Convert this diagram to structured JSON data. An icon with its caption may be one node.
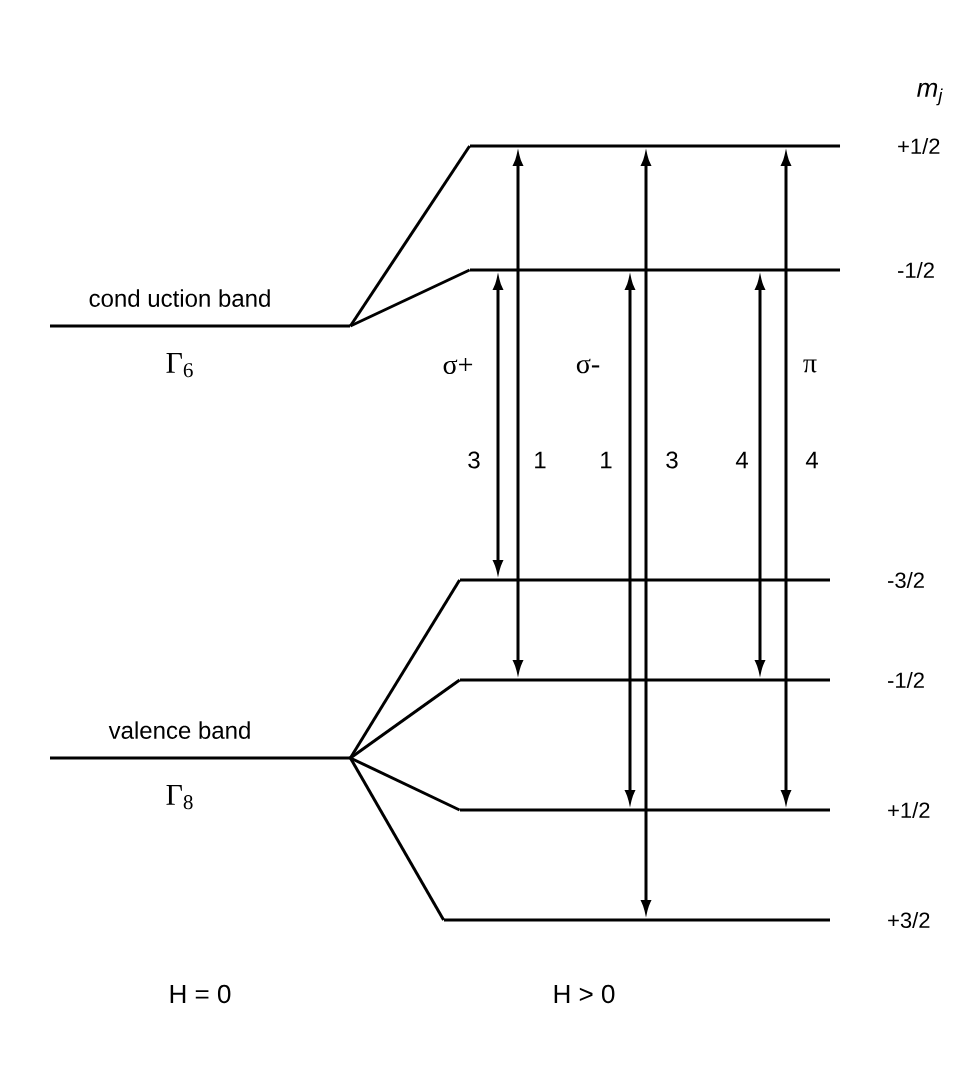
{
  "diagram": {
    "nodes": [
      {
        "text": [
          "cond uction band",
          "Γ$_{6}$"
        ]
      },
      {
        "text": [
          "+1/2"
        ]
      },
      {
        "text": [
          "-1/2"
        ]
      },
      {
        "text": [
          "valence band",
          "Γ$_{8}$"
        ]
      },
      {
        "text": [
          "-3/2"
        ]
      },
      {
        "text": [
          "-1/2"
        ]
      },
      {
        "text": [
          "+1/2"
        ]
      },
      {
        "text": [
          "+3/2"
        ]
      }
    ],
    "edges": [
      {
        "from": 0,
        "to": 1,
        "arrow": "none"
      },
      {
        "from": 0,
        "to": 2,
        "arrow": "none"
      },
      {
        "from": 3,
        "to": 4,
        "arrow": "none"
      },
      {
        "from": 3,
        "to": 5,
        "arrow": "none"
      },
      {
        "from": 3,
        "to": 6,
        "arrow": "none"
      },
      {
        "from": 3,
        "to": 7,
        "arrow": "none"
      },
      {
        "from": 2,
        "to": 4,
        "arrow": "both",
        "label": "3"
      },
      {
        "from": 1,
        "to": 5,
        "arrow": "both",
        "label": "1"
      },
      {
        "from": 2,
        "to": 6,
        "arrow": "both",
        "label": "1"
      },
      {
        "from": 1,
        "to": 7,
        "arrow": "both",
        "label": "3"
      },
      {
        "from": 2,
        "to": 5,
        "arrow": "both",
        "label": "4"
      },
      {
        "from": 1,
        "to": 6,
        "arrow": "both",
        "label": "4"
      }
    ],
    "labels": [
      "m$_{j}$",
      "σ+",
      "σ-",
      "π",
      "H =  0",
      "H > 0"
    ]
  }
}
